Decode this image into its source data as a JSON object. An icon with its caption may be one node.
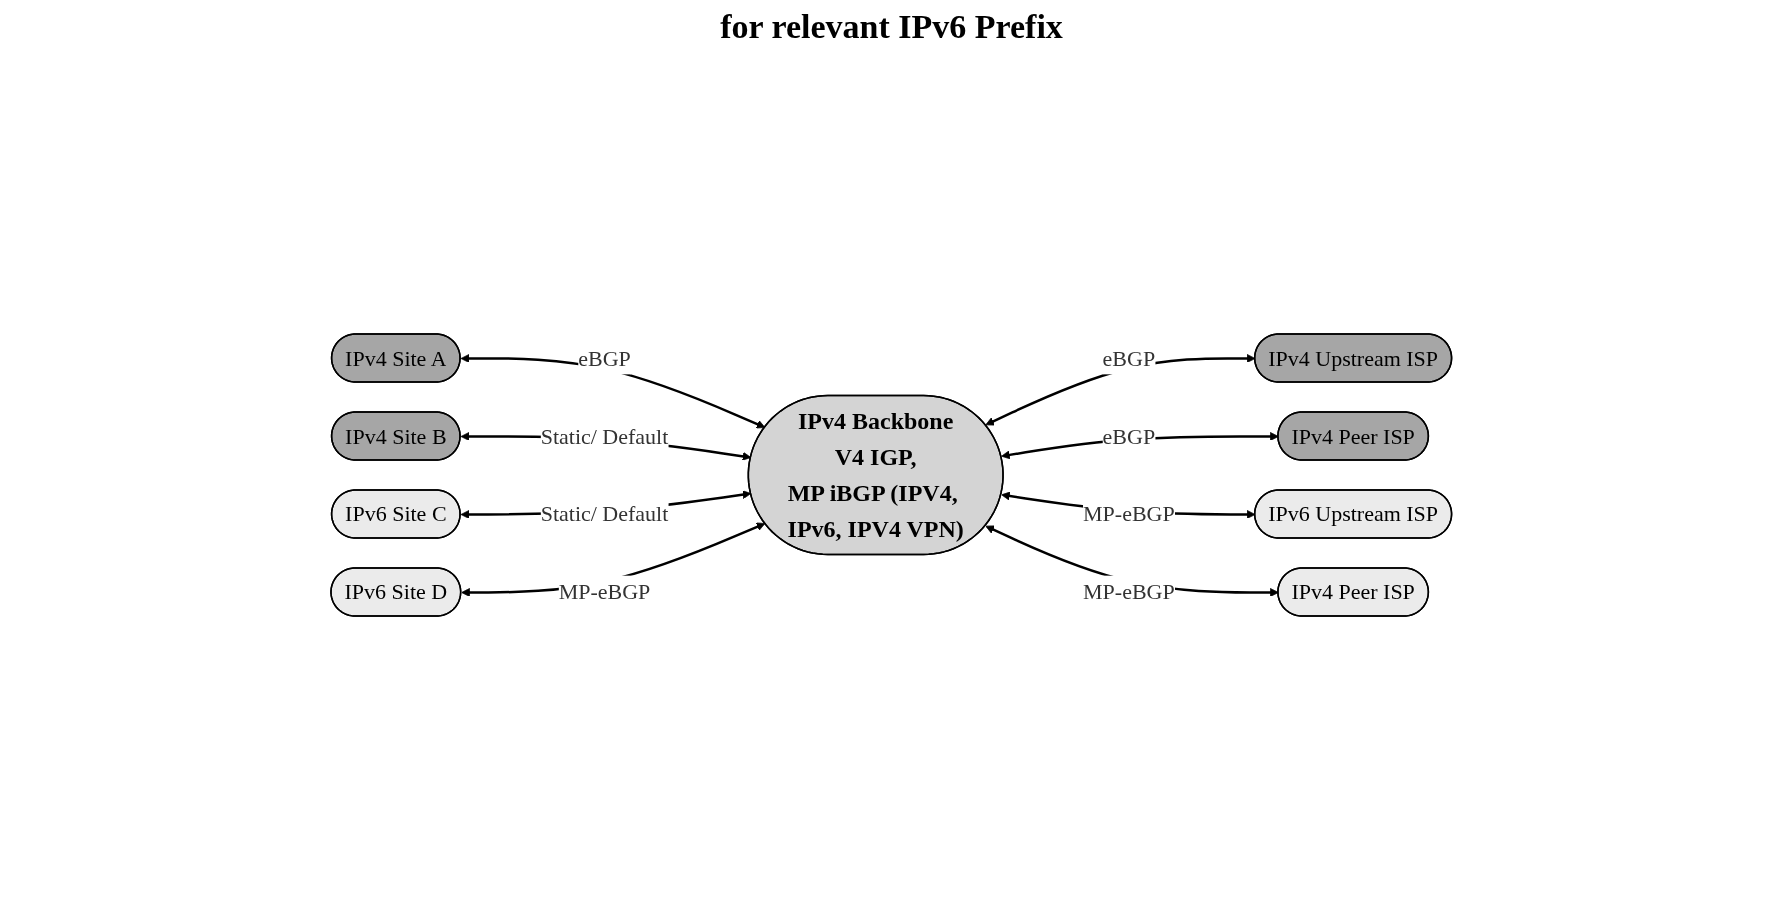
{
  "diagram": {
    "title": "for relevant IPv6 Prefix",
    "nodes": [
      {
        "text": [
          "IPv4 Backbone",
          "V4 IGP,",
          "MP iBGP (IPV4, IPv6, IPV4 VPN)"
        ]
      },
      {
        "text": [
          "IPv4 Site A"
        ]
      },
      {
        "text": [
          "IPv4 Site B"
        ]
      },
      {
        "text": [
          "IPv6 Site C"
        ]
      },
      {
        "text": [
          "IPv6 Site D"
        ]
      },
      {
        "text": [
          "IPv4 Upstream ISP"
        ]
      },
      {
        "text": [
          "IPv4 Peer ISP"
        ]
      },
      {
        "text": [
          "IPv6 Upstream ISP"
        ]
      },
      {
        "text": [
          "IPv4 Peer ISP"
        ]
      }
    ],
    "edges": [
      {
        "from": 1,
        "to": 0,
        "arrow": "both",
        "label": "eBGP"
      },
      {
        "from": 2,
        "to": 0,
        "arrow": "both",
        "label": "Static/ Default"
      },
      {
        "from": 3,
        "to": 0,
        "arrow": "both",
        "label": "Static/ Default"
      },
      {
        "from": 4,
        "to": 0,
        "arrow": "both",
        "label": "MP-eBGP"
      },
      {
        "from": 0,
        "to": 5,
        "arrow": "both",
        "label": "eBGP"
      },
      {
        "from": 0,
        "to": 6,
        "arrow": "both",
        "label": "eBGP"
      },
      {
        "from": 0,
        "to": 7,
        "arrow": "both",
        "label": "MP-eBGP"
      },
      {
        "from": 0,
        "to": 8,
        "arrow": "both",
        "label": "MP-eBGP"
      }
    ]
  }
}
